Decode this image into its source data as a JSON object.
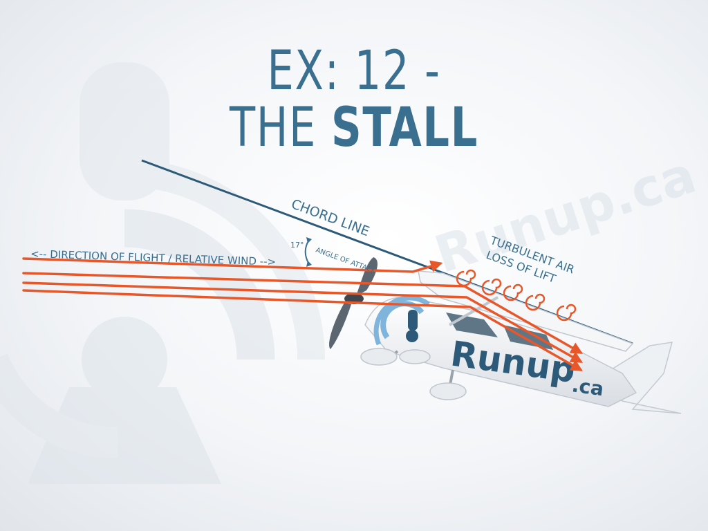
{
  "title": {
    "line1": "EX: 12 -",
    "line2_prefix": "THE ",
    "line2_emphasis": "STALL"
  },
  "labels": {
    "chord_line": "CHORD LINE",
    "direction": "<-- DIRECTION OF FLIGHT / RELATIVE WIND -->",
    "angle_value": "17°",
    "angle_label": "ANGLE OF ATTACK",
    "turbulent_1": "TURBULENT AIR",
    "turbulent_2": "LOSS OF LIFT"
  },
  "branding": {
    "watermark": "Runup.ca",
    "fuselage_text": "Runup",
    "fuselage_suffix": ".ca"
  },
  "colors": {
    "title": "#3a6f8f",
    "chord_line": "#2c5a78",
    "airflow": "#e8572a",
    "label": "#3a6f8f",
    "brand_dark": "#2c5a78",
    "brand_light": "#7fb4dc"
  }
}
